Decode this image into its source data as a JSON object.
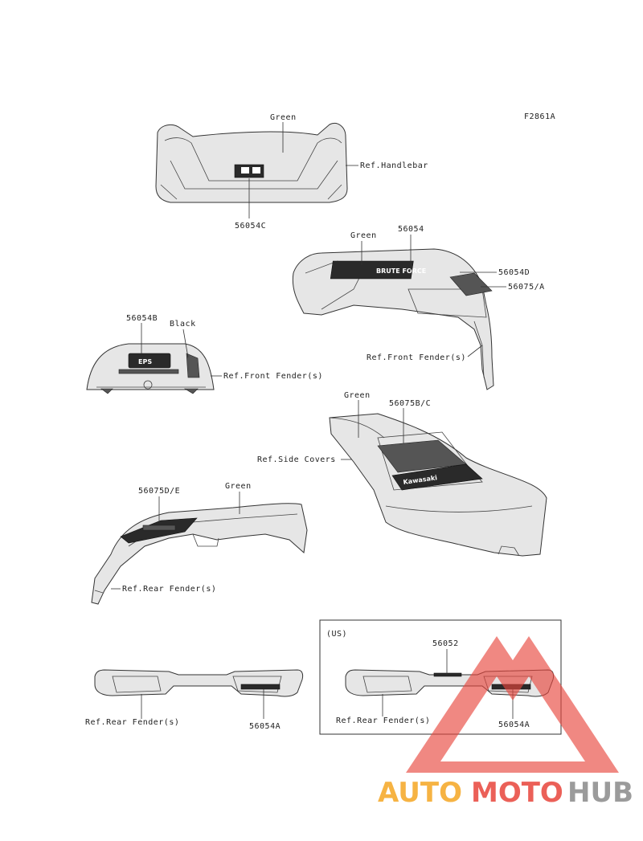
{
  "figure_code": "F2861A",
  "colors": {
    "line": "#333333",
    "part_fill": "#e6e6e6",
    "watermark_red": "#e8453c",
    "watermark_orange": "#f5a623",
    "watermark_gray": "#8a8a8a"
  },
  "labels": {
    "handlebar": {
      "green": "Green",
      "ref": "Ref.Handlebar",
      "part": "56054C"
    },
    "front_fender": {
      "green": "Green",
      "part_a": "56054",
      "part_b": "56054D",
      "part_c": "56075/A",
      "ref": "Ref.Front Fender(s)"
    },
    "front_cover": {
      "part": "56054B",
      "color": "Black",
      "ref": "Ref.Front Fender(s)"
    },
    "side_cover": {
      "green": "Green",
      "part": "56075B/C",
      "ref": "Ref.Side Covers"
    },
    "rear_fender": {
      "part": "56075D/E",
      "green": "Green",
      "ref": "Ref.Rear Fender(s)"
    },
    "rear_bumper": {
      "ref": "Ref.Rear Fender(s)",
      "part": "56054A"
    },
    "us_box": {
      "title": "(US)",
      "part_top": "56052",
      "ref": "Ref.Rear Fender(s)",
      "part": "56054A"
    }
  },
  "decals": {
    "brute_force": "BRUTE FORCE",
    "eps": "EPS",
    "kawasaki": "Kawasaki"
  },
  "watermark": {
    "part1": "AUTO",
    "part2": "MOTO",
    "part3": "HUB"
  }
}
